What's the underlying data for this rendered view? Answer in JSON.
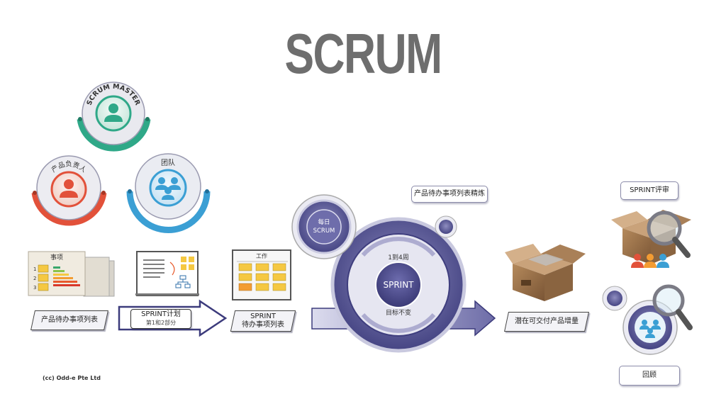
{
  "title": "SCRUM",
  "roles": {
    "scrum_master": "SCRUM MASTER",
    "product_owner": "产品负责人",
    "team": "团队"
  },
  "artifacts": {
    "product_backlog": "产品待办事项列表",
    "backlog_card_title": "事项",
    "backlog_numbers": [
      "1",
      "2",
      "3"
    ],
    "sprint_planning": "SPRINT计划",
    "sprint_planning_sub": "第1和2部分",
    "sprint_backlog_line1": "SPRINT",
    "sprint_backlog_line2": "待办事项列表",
    "work_board_title": "工作",
    "increment": "潜在可交付产品增量"
  },
  "sprint_cycle": {
    "daily": "每日",
    "daily_sub": "SCRUM",
    "duration": "1到4周",
    "sprint": "SPRINT",
    "goal": "目标不变",
    "refinement": "产品待办事项列表精炼"
  },
  "events": {
    "review": "SPRINT评审",
    "retrospective": "回顾"
  },
  "credit": "(cc) Odd-e Pte Ltd",
  "colors": {
    "title_gray": "#6e6e6e",
    "scrum_master_teal": "#2fa888",
    "product_owner_red": "#e2513a",
    "team_blue": "#3b9fd4",
    "sprint_purple": "#4b4a8c"
  }
}
